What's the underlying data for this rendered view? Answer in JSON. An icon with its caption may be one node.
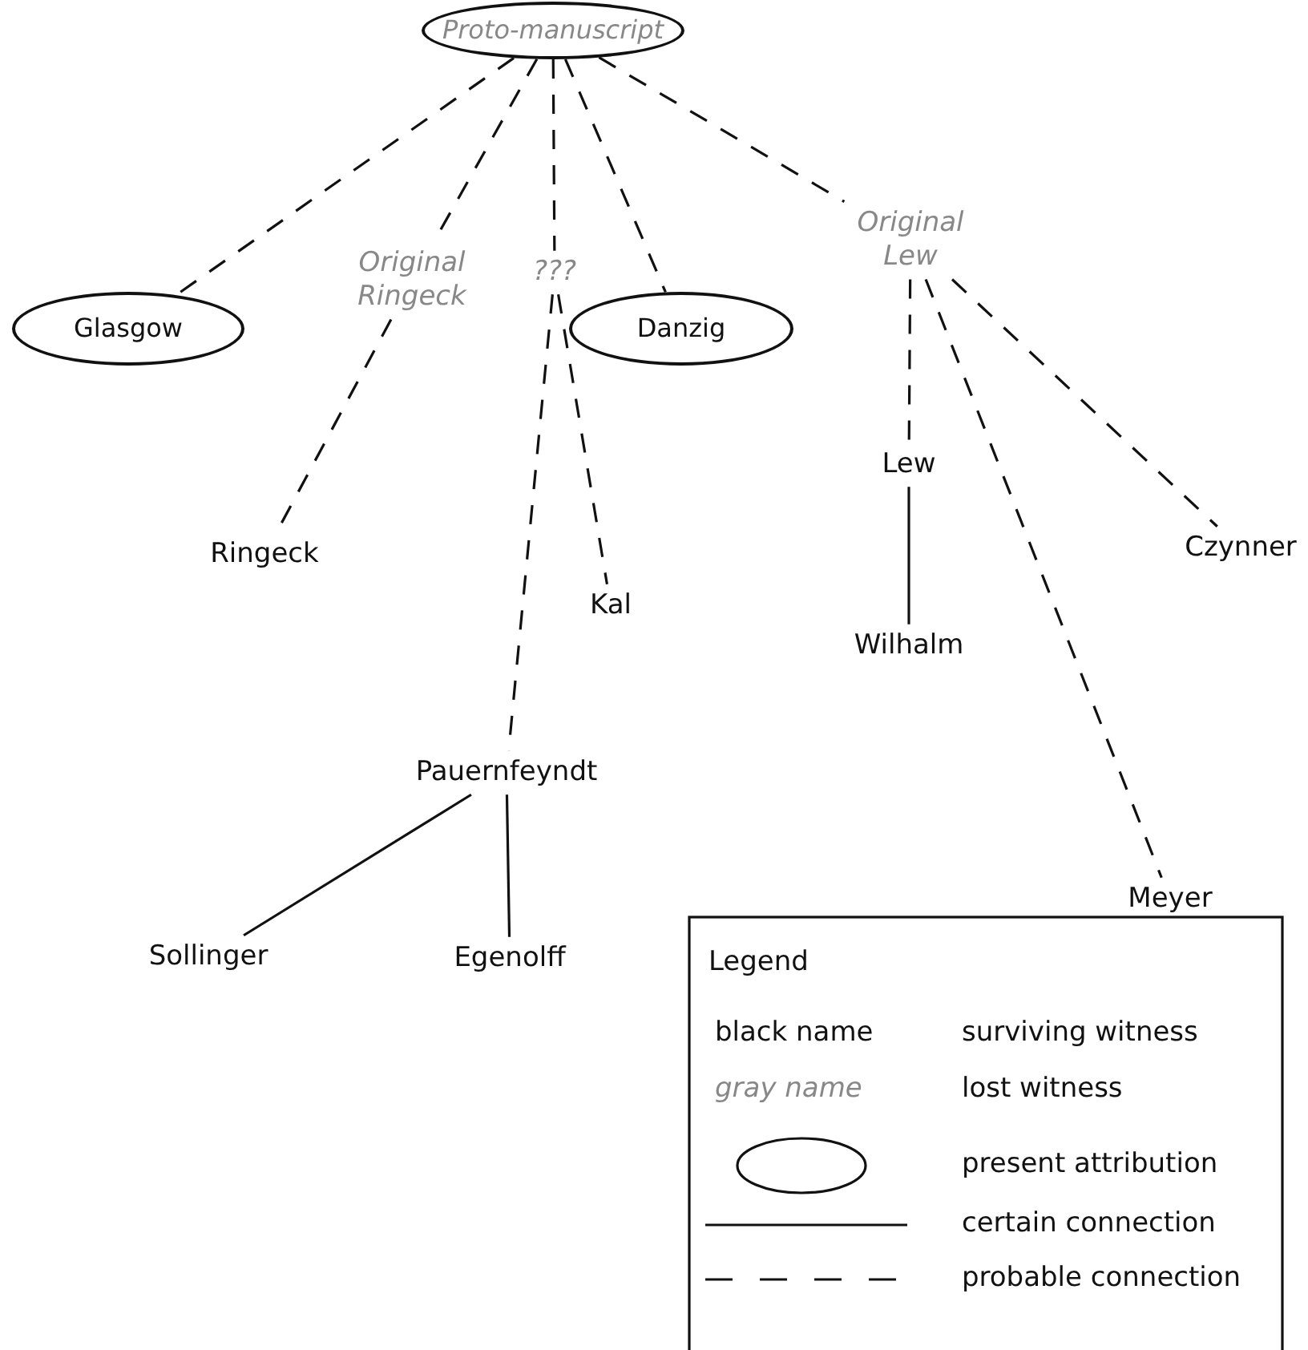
{
  "diagram": {
    "nodes": [
      {
        "text": [
          "Proto-manuscript"
        ]
      },
      {
        "text": [
          "Glasgow"
        ]
      },
      {
        "text": [
          "Original Ringeck"
        ]
      },
      {
        "text": [
          "???"
        ]
      },
      {
        "text": [
          "Danzig"
        ]
      },
      {
        "text": [
          "Original Lew"
        ]
      },
      {
        "text": [
          "Ringeck"
        ]
      },
      {
        "text": [
          "Kal"
        ]
      },
      {
        "text": [
          "Lew"
        ]
      },
      {
        "text": [
          "Wilhalm"
        ]
      },
      {
        "text": [
          "Czynner"
        ]
      },
      {
        "text": [
          "Pauernfeyndt"
        ]
      },
      {
        "text": [
          "Meyer"
        ]
      },
      {
        "text": [
          "Sollinger"
        ]
      },
      {
        "text": [
          "Egenolff"
        ]
      }
    ],
    "edges": [
      {
        "from": 0,
        "to": 1,
        "arrow": "none",
        "style": "dashed"
      },
      {
        "from": 0,
        "to": 2,
        "arrow": "none",
        "style": "dashed"
      },
      {
        "from": 0,
        "to": 3,
        "arrow": "none",
        "style": "dashed"
      },
      {
        "from": 0,
        "to": 4,
        "arrow": "none",
        "style": "dashed"
      },
      {
        "from": 0,
        "to": 5,
        "arrow": "none",
        "style": "dashed"
      },
      {
        "from": 2,
        "to": 6,
        "arrow": "none",
        "style": "dashed"
      },
      {
        "from": 3,
        "to": 11,
        "arrow": "none",
        "style": "dashed"
      },
      {
        "from": 3,
        "to": 7,
        "arrow": "none",
        "style": "dashed"
      },
      {
        "from": 5,
        "to": 8,
        "arrow": "none",
        "style": "dashed"
      },
      {
        "from": 5,
        "to": 12,
        "arrow": "none",
        "style": "dashed"
      },
      {
        "from": 5,
        "to": 10,
        "arrow": "none",
        "style": "dashed"
      },
      {
        "from": 8,
        "to": 9,
        "arrow": "none"
      },
      {
        "from": 11,
        "to": 13,
        "arrow": "none"
      },
      {
        "from": 11,
        "to": 14,
        "arrow": "none"
      }
    ],
    "labels": [
      "Legend",
      "black name",
      "gray name"
    ],
    "legend": [
      {
        "text": "surviving witness"
      },
      {
        "text": "lost witness"
      },
      {
        "text": "present attribution"
      },
      {
        "text": "certain connection"
      },
      {
        "text": "probable connection"
      }
    ]
  }
}
